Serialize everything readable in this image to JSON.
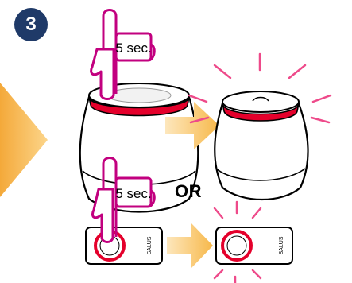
{
  "step": {
    "number": "3"
  },
  "hand_top": {
    "label": "5 sec."
  },
  "hand_bottom": {
    "label": "5 sec."
  },
  "or_label": "OR",
  "brand": {
    "text": "SALUS"
  },
  "colors": {
    "accent_red": "#e4002b",
    "badge_blue": "#1f3a68",
    "arrow_gold": "#f7b84a",
    "arrow_light": "#fbd996",
    "hand_magenta": "#c2007f",
    "glow_pink": "#ee4a8a"
  },
  "icons": [
    "hand-pointer-icon",
    "right-arrow-icon",
    "glow-rays-icon"
  ]
}
